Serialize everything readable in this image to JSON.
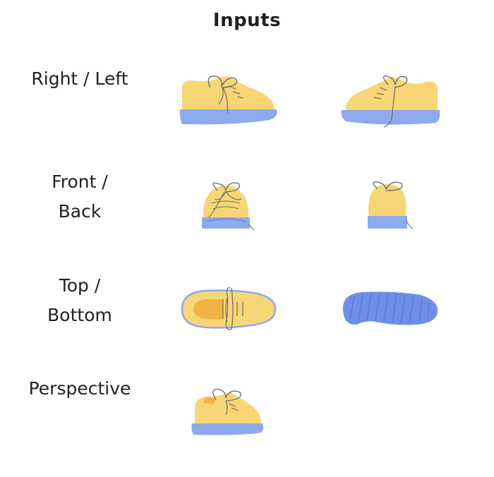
{
  "title": "Inputs",
  "rows": [
    {
      "line1": "Right /",
      "line2": "Left"
    },
    {
      "line1": "Front /",
      "line2": "Back"
    },
    {
      "line1": "Top /",
      "line2": "Bottom"
    },
    {
      "line1": "Perspective",
      "line2": ""
    }
  ],
  "colors": {
    "upper": "#f8d675",
    "upper_dark": "#f0b344",
    "sole": "#8eaaee",
    "sole_dark": "#6f8fe6",
    "lace": "#6b6b6b"
  },
  "icons": [
    "shoe-right-icon",
    "shoe-left-icon",
    "shoe-front-icon",
    "shoe-back-icon",
    "shoe-top-icon",
    "shoe-bottom-icon",
    "shoe-perspective-icon"
  ]
}
